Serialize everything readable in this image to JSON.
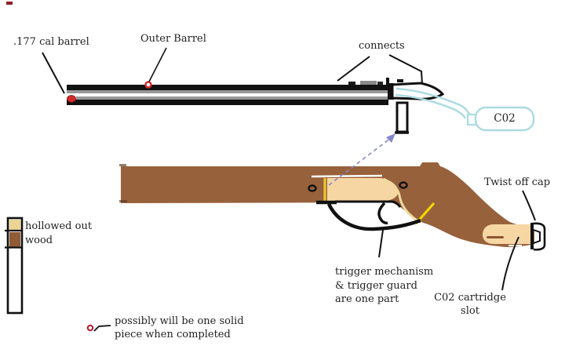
{
  "diagram": {
    "top_assembly": {
      "cal_barrel_label": ".177 cal barrel",
      "outer_barrel_label": "Outer Barrel",
      "connects_label": "connects",
      "co2_tank_label": "C02"
    },
    "gun_body": {
      "twist_off_cap_label": "Twist off cap",
      "trigger_note_lines": [
        "trigger mechanism",
        "& trigger guard",
        "are one part"
      ],
      "co2_slot_lines": [
        "C02 cartridge",
        "slot"
      ]
    },
    "legend": {
      "label_lines": [
        "hollowed out",
        "wood"
      ]
    },
    "notes": {
      "solid_note_lines": [
        "possibly will be one solid",
        "piece when completed"
      ]
    },
    "palette": {
      "wood_brown": "#97613c",
      "hollow_tan": "#f6d7a3",
      "legend_tan": "#ecd492",
      "legend_brown": "#8f5c36",
      "smudge_brown": "#8a5834",
      "marker_red": "#d42a2a",
      "dark_red_mark": "#8e1f2c",
      "note_ring_red": "#b52738",
      "gold_yellow": "#ecc72e",
      "bright_yellow": "#f5d500",
      "cream_line": "#eeda9e",
      "tube_blue": "#aadbe3",
      "dashed_arrow_blue": "#8585cc",
      "steel_gray": "#999999",
      "smudge_gray": "#8a8a8a",
      "ink_black": "#111111"
    }
  }
}
